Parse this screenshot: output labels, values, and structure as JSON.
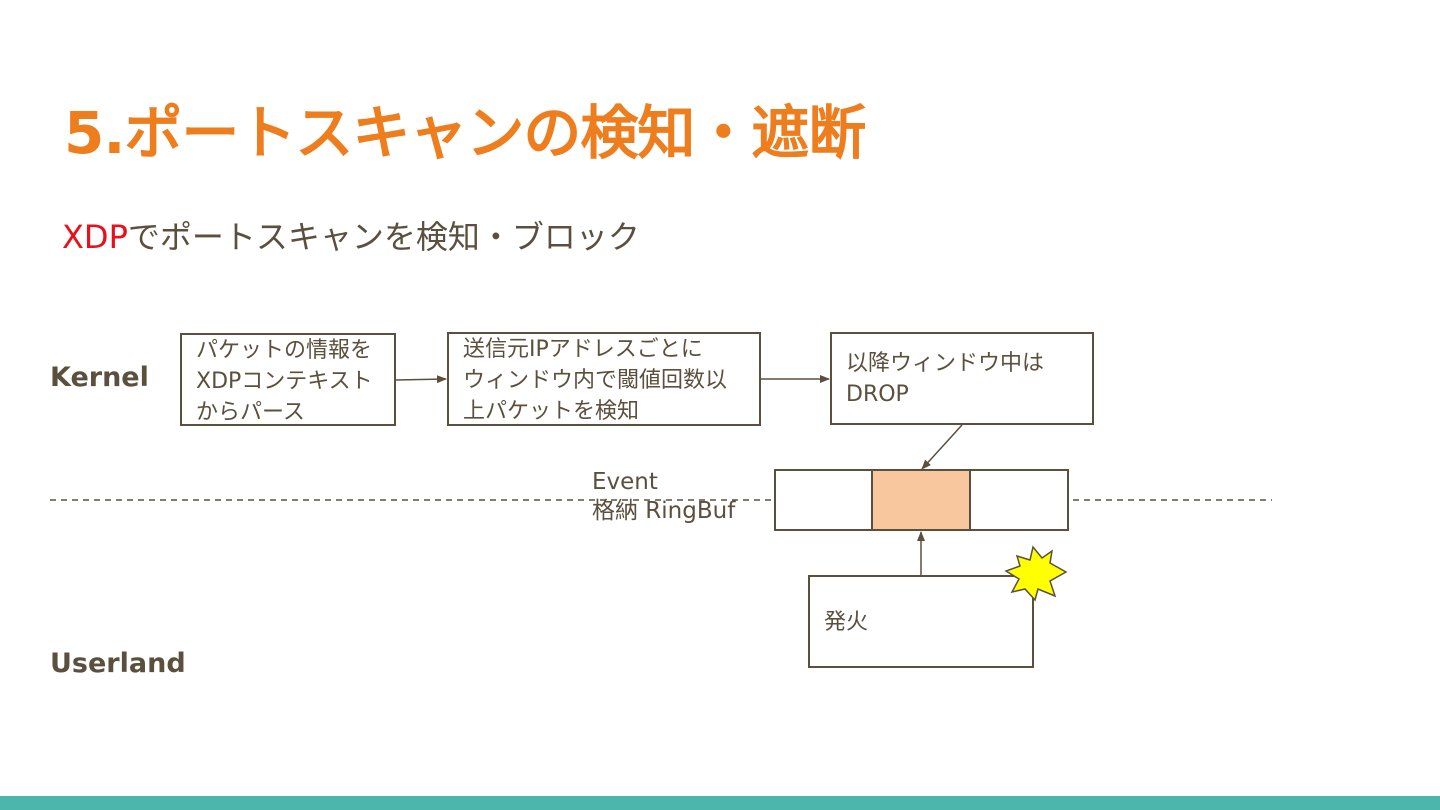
{
  "title": "5.ポートスキャンの検知・遮断",
  "subtitle": {
    "accent": "XDP",
    "rest": "でポートスキャンを検知・ブロック"
  },
  "layers": {
    "kernel": "Kernel",
    "userland": "Userland"
  },
  "boxes": {
    "parse": [
      "パケットの情報を",
      "XDPコンテキスト",
      "からパース"
    ],
    "detect": [
      "送信元IPアドレスごとに",
      "ウィンドウ内で閾値回数以",
      "上パケットを検知"
    ],
    "drop": [
      "以降ウィンドウ中は",
      "DROP"
    ],
    "fire": "発火"
  },
  "ringbuf_label": [
    "Event",
    "格納 RingBuf"
  ],
  "colors": {
    "title": "#ee7d1d",
    "accent": "#e8101a",
    "text": "#5b4f3e",
    "ringbuf_slot": "#f9c79d",
    "burst": "#ffff00",
    "bottom_bar": "#4db6ac"
  }
}
